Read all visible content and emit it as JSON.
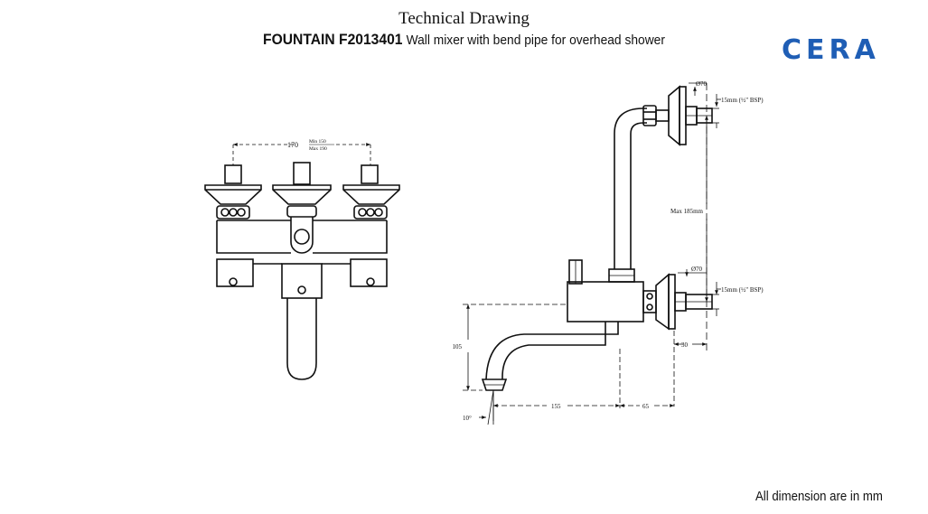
{
  "title": "Technical Drawing",
  "model_line": {
    "model": "FOUNTAIN F2013401",
    "description": "Wall mixer with bend pipe for overhead shower"
  },
  "brand": "CERA",
  "brand_color": "#1f5eb5",
  "footnote": "All dimension are in mm",
  "front_view": {
    "centre_distance": "170",
    "centre_min": "Min 150",
    "centre_max": "Max 190"
  },
  "side_view": {
    "top_flange_dia": "Ø70",
    "top_inlet": "15mm (½\" BSP)",
    "max_height": "Max 185mm",
    "lower_flange_dia": "Ø70",
    "lower_inlet": "15mm (½\" BSP)",
    "flange_depth": "30",
    "spout_height": "105",
    "spout_reach": "155",
    "body_offset": "65",
    "spout_angle": "10°"
  }
}
